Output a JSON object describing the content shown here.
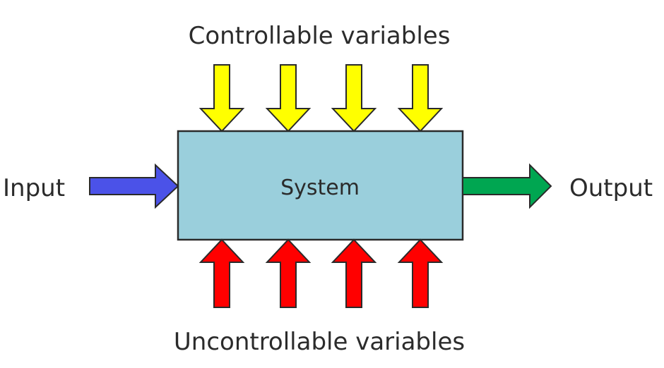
{
  "labels": {
    "controllable": "Controllable variables",
    "uncontrollable": "Uncontrollable variables",
    "input": "Input",
    "output": "Output",
    "system": "System"
  },
  "colors": {
    "system_fill": "#9acfdc",
    "outline": "#2a2a2a",
    "controllable_arrow": "#ffff00",
    "uncontrollable_arrow": "#ff0000",
    "input_arrow": "#4b52e8",
    "output_arrow": "#00a651",
    "text": "#2b2b2b"
  }
}
